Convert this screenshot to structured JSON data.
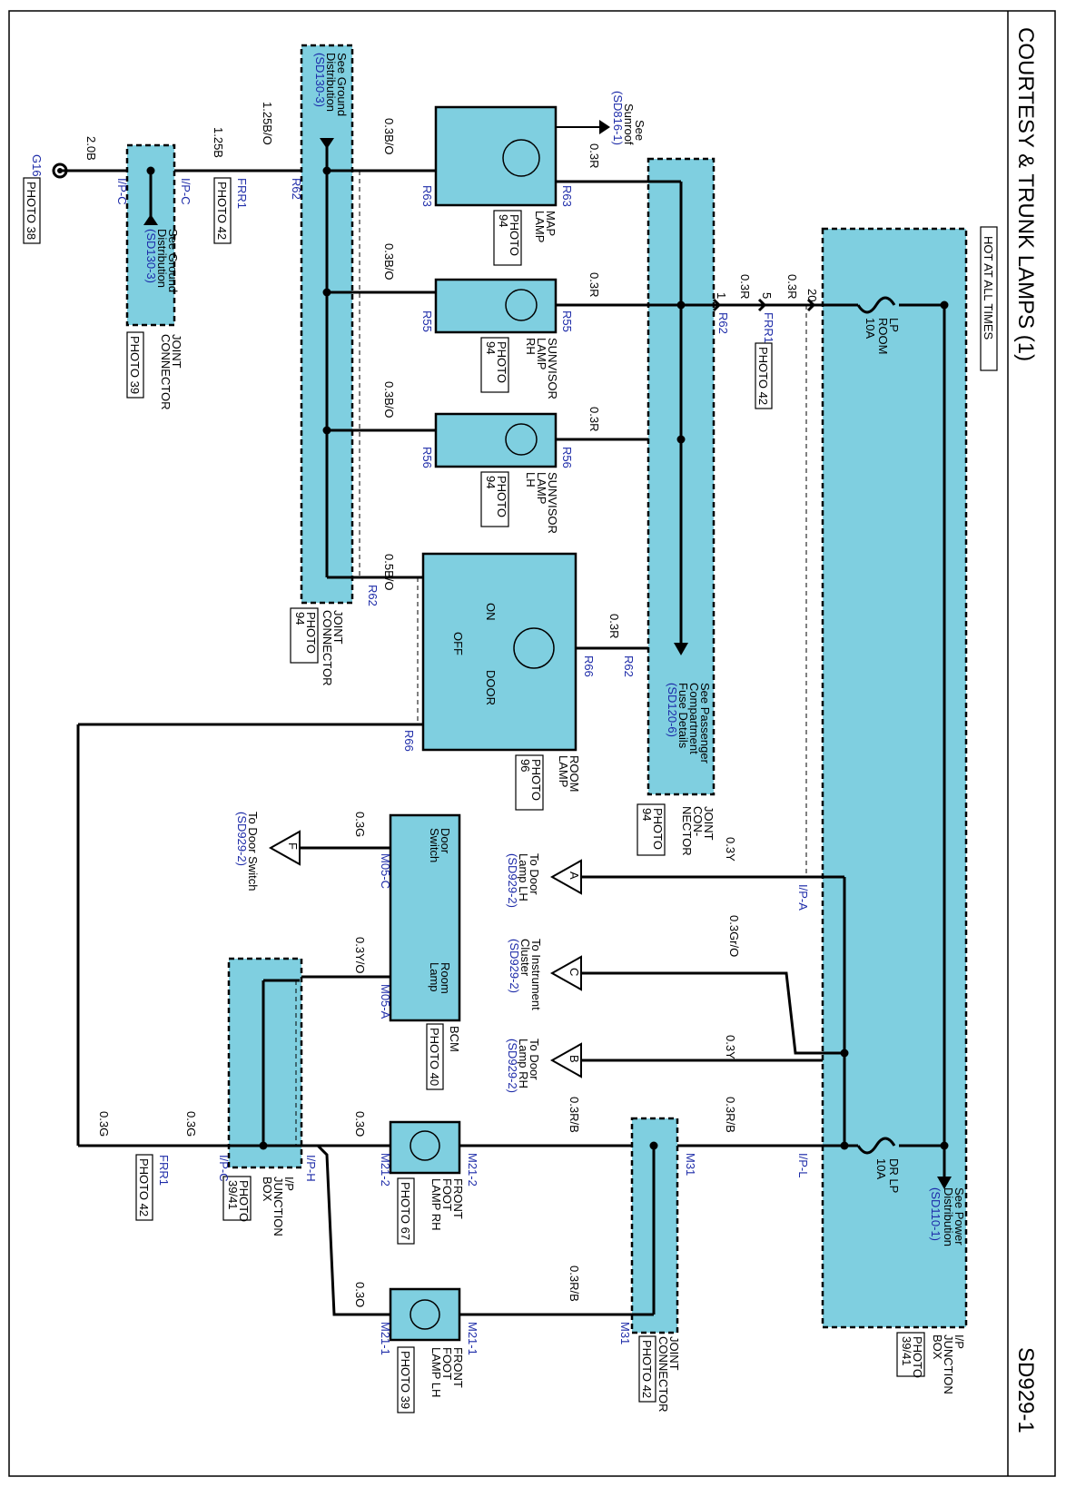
{
  "title": "COURTESY & TRUNK LAMPS (1)",
  "code": "SD929-1",
  "hot_label": "HOT AT ALL TIMES",
  "fuses": [
    {
      "name": "ROOM LP",
      "rating": "10A"
    },
    {
      "name": "DR LP",
      "rating": "10A"
    }
  ],
  "fuse_room_label": "ROOM",
  "fuse_room_label2": "LP",
  "fuse_room_rating": "10A",
  "fuse_dr_label": "DR LP",
  "fuse_dr_rating": "10A",
  "power_ref": [
    "See Power",
    "Distribution",
    "(SD110-1)"
  ],
  "ipjb_label": [
    "I/P",
    "JUNCTION",
    "BOX"
  ],
  "photo_3941": [
    "PHOTO",
    "39/41"
  ],
  "pass_ref": [
    "See Passenger",
    "Compartment",
    "Fuse Details",
    "(SD120-6)"
  ],
  "joint_connector_label": [
    "JOINT",
    "CON-",
    "NECTOR"
  ],
  "photo_94": [
    "PHOTO",
    "94"
  ],
  "ground_ref": [
    "See Ground",
    "Distribution",
    "(SD130-3)"
  ],
  "sunroof_ref": [
    "See",
    "Sunroof",
    "(SD816-1)"
  ],
  "lamps": {
    "map": [
      "MAP",
      "LAMP"
    ],
    "sunvisor_rh": [
      "SUNVISOR",
      "LAMP",
      "RH"
    ],
    "sunvisor_lh": [
      "SUNVISOR",
      "LAMP",
      "LH"
    ],
    "room": [
      "ROOM",
      "LAMP"
    ],
    "front_foot_rh": [
      "FRONT",
      "FOOT",
      "LAMP RH"
    ],
    "front_foot_lh": [
      "FRONT",
      "FOOT",
      "LAMP LH"
    ]
  },
  "room_switch": {
    "on": "ON",
    "off": "OFF",
    "door": "DOOR"
  },
  "bcm": {
    "label": "BCM",
    "photo": "PHOTO 40",
    "door_switch": [
      "Door",
      "Switch"
    ],
    "room_lamp": [
      "Room",
      "Lamp"
    ]
  },
  "joint_connector2": [
    "JOINT",
    "CONNECTOR"
  ],
  "photo_42": "PHOTO 42",
  "photo_38": "PHOTO 38",
  "photo_39": "PHOTO 39",
  "photo_67": "PHOTO 67",
  "photo_96": [
    "PHOTO",
    "96"
  ],
  "ground": "G16",
  "connectors": {
    "ipc": "I/P-C",
    "frr1": "FRR1",
    "r62": "R62",
    "r63": "R63",
    "r55": "R55",
    "r56": "R56",
    "r66": "R66",
    "ipa": "I/P-A",
    "ipl": "I/P-L",
    "iph": "I/P-H",
    "m31": "M31",
    "m212": "M21-2",
    "m211": "M21-1",
    "m05c": "M05-C",
    "m05a": "M05-A"
  },
  "wires": {
    "w20b": "2.0B",
    "w125b": "1.25B",
    "w125bo": "1.25B/O",
    "w03bo": "0.3B/O",
    "w05bo": "0.5B/O",
    "w03r": "0.3R",
    "w03y": "0.3Y",
    "w03gro": "0.3Gr/O",
    "w03rb": "0.3R/B",
    "w03o": "0.3O",
    "w03g": "0.3G",
    "w03yo": "0.3Y/O"
  },
  "destinations": {
    "a": {
      "letter": "A",
      "text": [
        "To Door",
        "Lamp LH",
        "(SD929-2)"
      ]
    },
    "c": {
      "letter": "C",
      "text": [
        "To Instrument",
        "Cluster",
        "(SD929-2)"
      ]
    },
    "b": {
      "letter": "B",
      "text": [
        "To Door",
        "Lamp RH",
        "(SD929-2)"
      ]
    },
    "f": {
      "letter": "F",
      "text": [
        "To Door Switch",
        "(SD929-2)"
      ]
    }
  }
}
